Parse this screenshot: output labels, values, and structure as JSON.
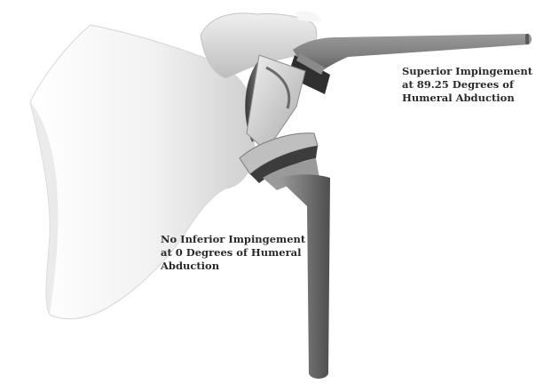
{
  "annotations": {
    "superior": {
      "lines": [
        "Superior Impingement",
        "at 89.25 Degrees of",
        "Humeral Abduction"
      ]
    },
    "inferior": {
      "lines": [
        "No Inferior Impingement",
        "at 0 Degrees of Humeral",
        "Abduction"
      ]
    }
  },
  "colors": {
    "background": "#ffffff",
    "bone": "#ececec",
    "implant_metal": "#707070",
    "polyethylene": "#d9d9d9",
    "label_text": "#2a2a2a"
  }
}
